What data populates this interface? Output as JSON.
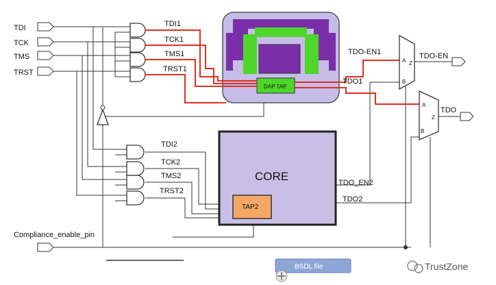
{
  "inputs": {
    "tdi": "TDI",
    "tck": "TCK",
    "tms": "TMS",
    "trst": "TRST",
    "compliance": "Compliance_enable_pin"
  },
  "signals": {
    "tdi1": "TDI1",
    "tck1": "TCK1",
    "tms1": "TMS1",
    "trst1": "TRST1",
    "tdi2": "TDI2",
    "tck2": "TCK2",
    "tms2": "TMS2",
    "trst2": "TRST2",
    "tdo_en1": "TDO-EN1",
    "tdo1": "TDO1",
    "tdo_en2": "TDO_EN2",
    "tdo2": "TDO2"
  },
  "chip": {
    "tap_label": "DAP TAP"
  },
  "core": {
    "title": "CORE",
    "tap_label": "TAP2"
  },
  "mux": {
    "in_a": "A",
    "in_b": "B",
    "out_z": "Z"
  },
  "outputs": {
    "tdo_en": "TDO-EN",
    "tdo": "TDO"
  },
  "bottom": {
    "button_label": "BSDL file",
    "watermark": "TrustZone"
  },
  "colors": {
    "red_wire": "#e0301e",
    "chip_fill": "#c5bce8",
    "core_fill": "#c9bfe6",
    "tap_fill": "#f5a766",
    "green_block": "#4fd62a",
    "purple_block": "#7a2fa8"
  }
}
